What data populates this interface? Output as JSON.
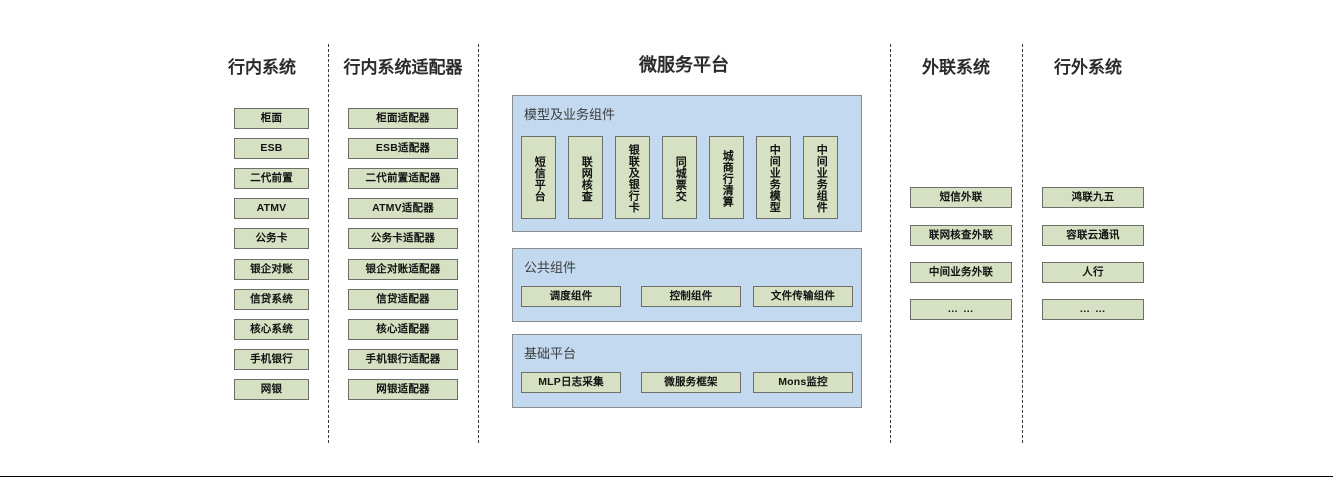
{
  "diagram": {
    "title_center": "微服务平台",
    "columns": [
      {
        "id": "in-bank-systems",
        "title": "行内系统",
        "items": [
          "柜面",
          "ESB",
          "二代前置",
          "ATMV",
          "公务卡",
          "银企对账",
          "信贷系统",
          "核心系统",
          "手机银行",
          "网银"
        ]
      },
      {
        "id": "in-bank-adapters",
        "title": "行内系统适配器",
        "items": [
          "柜面适配器",
          "ESB适配器",
          "二代前置适配器",
          "ATMV适配器",
          "公务卡适配器",
          "银企对账适配器",
          "信贷适配器",
          "核心适配器",
          "手机银行适配器",
          "网银适配器"
        ]
      },
      {
        "id": "external-link-systems",
        "title": "外联系统",
        "items": [
          "短信外联",
          "联网核查外联",
          "中间业务外联",
          "… …"
        ]
      },
      {
        "id": "outside-bank-systems",
        "title": "行外系统",
        "items": [
          "鸿联九五",
          "容联云通讯",
          "人行",
          "… …"
        ]
      }
    ],
    "platform": {
      "title": "微服务平台",
      "panels": [
        {
          "id": "model-business-components",
          "title": "模型及业务组件",
          "orientation": "vertical",
          "items": [
            "短信平台",
            "联网核查",
            "银联及银行卡",
            "同城票交",
            "城商行清算",
            "中间业务模型",
            "中间业务组件"
          ]
        },
        {
          "id": "public-components",
          "title": "公共组件",
          "orientation": "horizontal",
          "items": [
            "调度组件",
            "控制组件",
            "文件传输组件"
          ]
        },
        {
          "id": "base-platform",
          "title": "基础平台",
          "orientation": "horizontal",
          "items": [
            "MLP日志采集",
            "微服务框架",
            "Mons监控"
          ]
        }
      ]
    },
    "colors": {
      "node_fill": "#d6e0c2",
      "node_border": "#6d6f6b",
      "panel_fill": "#c3d9ef",
      "panel_border": "#8a8d90",
      "divider": "#3b3b3b",
      "title_text": "#2b2b2b",
      "panel_title_text": "#3e3e3e",
      "page_rule": "#000000"
    }
  }
}
